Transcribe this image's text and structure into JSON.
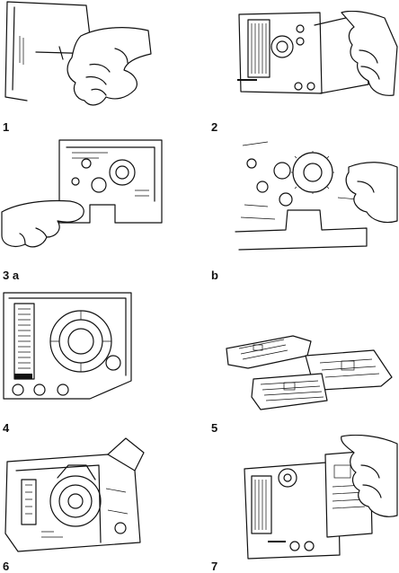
{
  "figures": [
    {
      "id": "fig-1",
      "label": "1"
    },
    {
      "id": "fig-2",
      "label": "2"
    },
    {
      "id": "fig-3a",
      "label": "3 a"
    },
    {
      "id": "fig-3b",
      "label": "b"
    },
    {
      "id": "fig-4",
      "label": "4"
    },
    {
      "id": "fig-5",
      "label": "5"
    },
    {
      "id": "fig-6",
      "label": "6"
    },
    {
      "id": "fig-7",
      "label": "7"
    }
  ]
}
